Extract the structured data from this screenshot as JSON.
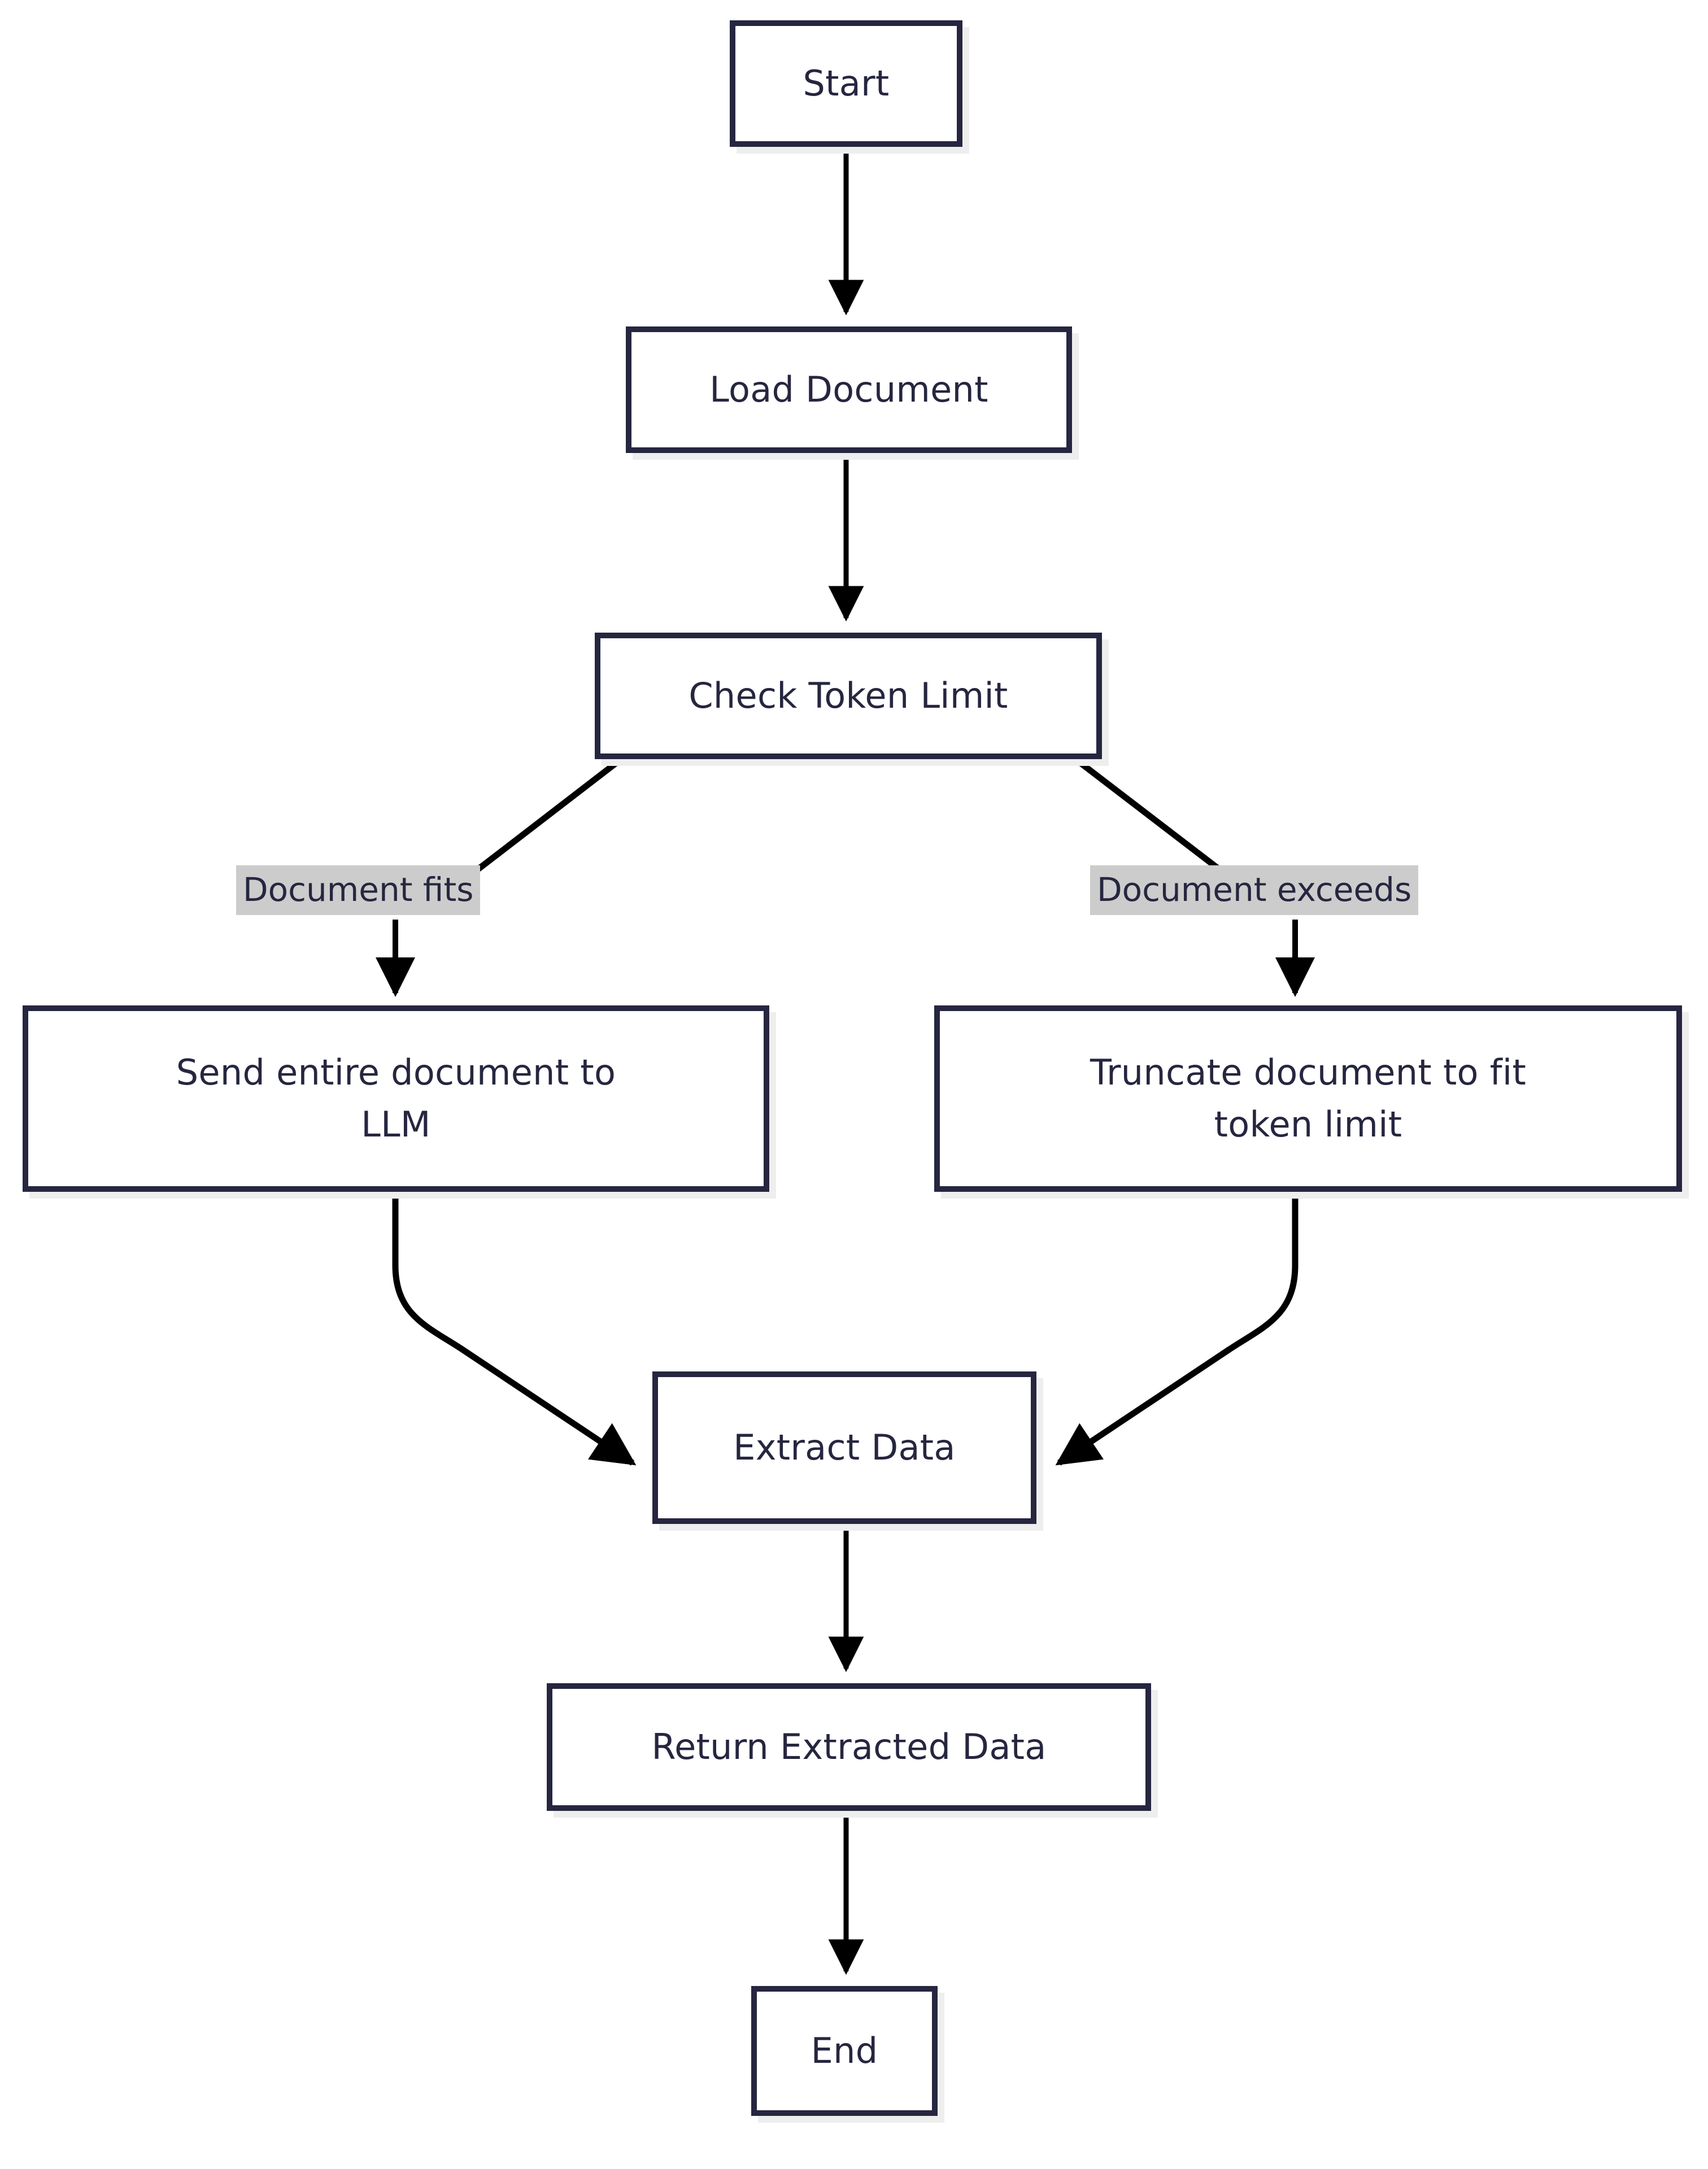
{
  "diagram": {
    "type": "flowchart",
    "direction": "top-down",
    "background_color": "#ffffff",
    "node_border_color": "#262640",
    "node_fill_color": "#ffffff",
    "node_shadow_color": "#eeeeee",
    "edge_color": "#000000",
    "edge_label_background": "#cccccc",
    "text_color": "#262640",
    "nodes": [
      {
        "id": "start",
        "label": "Start",
        "shape": "rectangle"
      },
      {
        "id": "load",
        "label": "Load Document",
        "shape": "rectangle"
      },
      {
        "id": "check",
        "label": "Check Token Limit",
        "shape": "rectangle"
      },
      {
        "id": "send_llm",
        "label": "Send entire document to\nLLM",
        "shape": "rectangle"
      },
      {
        "id": "truncate",
        "label": "Truncate document to fit\ntoken limit",
        "shape": "rectangle"
      },
      {
        "id": "extract",
        "label": "Extract Data",
        "shape": "rectangle"
      },
      {
        "id": "return",
        "label": "Return Extracted Data",
        "shape": "rectangle"
      },
      {
        "id": "end",
        "label": "End",
        "shape": "rectangle"
      }
    ],
    "edges": [
      {
        "from": "start",
        "to": "load",
        "label": ""
      },
      {
        "from": "load",
        "to": "check",
        "label": ""
      },
      {
        "from": "check",
        "to": "send_llm",
        "label": "Document fits"
      },
      {
        "from": "check",
        "to": "truncate",
        "label": "Document exceeds"
      },
      {
        "from": "send_llm",
        "to": "extract",
        "label": ""
      },
      {
        "from": "truncate",
        "to": "extract",
        "label": ""
      },
      {
        "from": "extract",
        "to": "return",
        "label": ""
      },
      {
        "from": "return",
        "to": "end",
        "label": ""
      }
    ],
    "edge_labels": {
      "document_fits": "Document fits",
      "document_exceeds": "Document exceeds"
    }
  }
}
